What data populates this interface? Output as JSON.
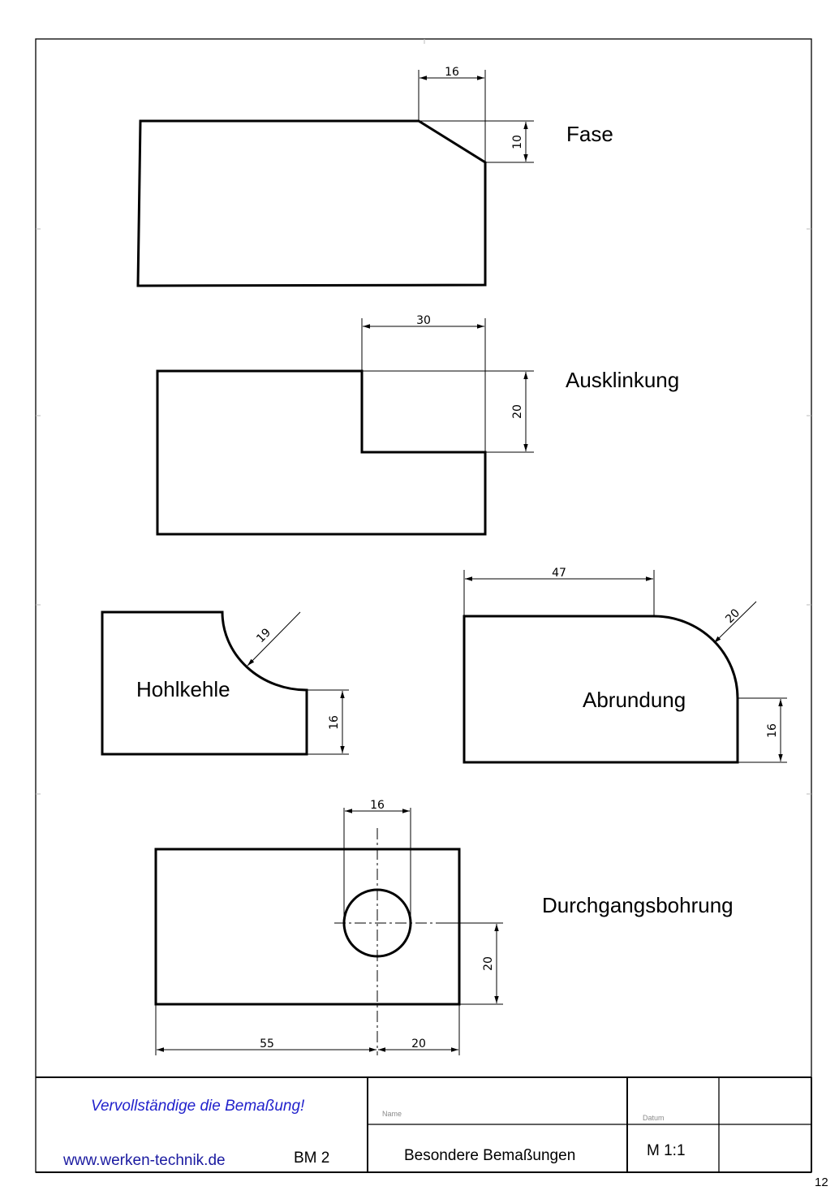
{
  "features": {
    "fase": "Fase",
    "ausklinkung": "Ausklinkung",
    "hohlkehle": "Hohlkehle",
    "abrundung": "Abrundung",
    "durchgangsbohrung": "Durchgangsbohrung"
  },
  "dimensions": {
    "fase_width": "16",
    "fase_height": "10",
    "ausklinkung_width": "30",
    "ausklinkung_height": "20",
    "hohlkehle_radius": "19",
    "hohlkehle_height": "16",
    "abrundung_width": "47",
    "abrundung_radius": "20",
    "abrundung_height": "16",
    "bohrung_diameter": "16",
    "bohrung_height": "20",
    "bohrung_left": "55",
    "bohrung_right": "20"
  },
  "title_block": {
    "task": "Vervollständige die Bemaßung!",
    "website": "www.werken-technik.de",
    "code": "BM 2",
    "name_label": "Name",
    "title": "Besondere Bemaßungen",
    "date_label": "Datum",
    "scale": "M 1:1"
  },
  "page_number": "12"
}
